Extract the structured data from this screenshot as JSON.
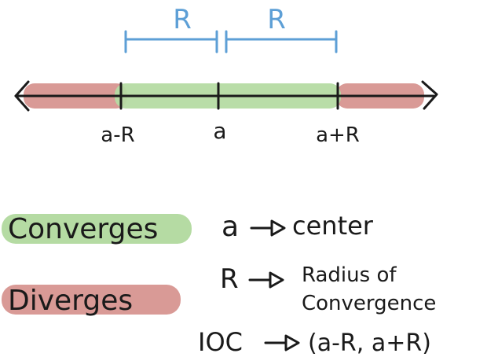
{
  "number_line": {
    "radius_labels": [
      "R",
      "R"
    ],
    "tick_labels": [
      "a-R",
      "a",
      "a+R"
    ]
  },
  "legend": {
    "converges": "Converges",
    "diverges": "Diverges"
  },
  "definitions": [
    {
      "symbol": "a",
      "meaning": "center"
    },
    {
      "symbol": "R",
      "meaning": "Radius of Convergence"
    },
    {
      "symbol": "IOC",
      "meaning": "(a-R, a+R)"
    }
  ],
  "colors": {
    "converges": "#b5dba3",
    "diverges": "#d99a96",
    "radius_bracket": "#5d9fd6",
    "ink": "#1a1a1a"
  }
}
